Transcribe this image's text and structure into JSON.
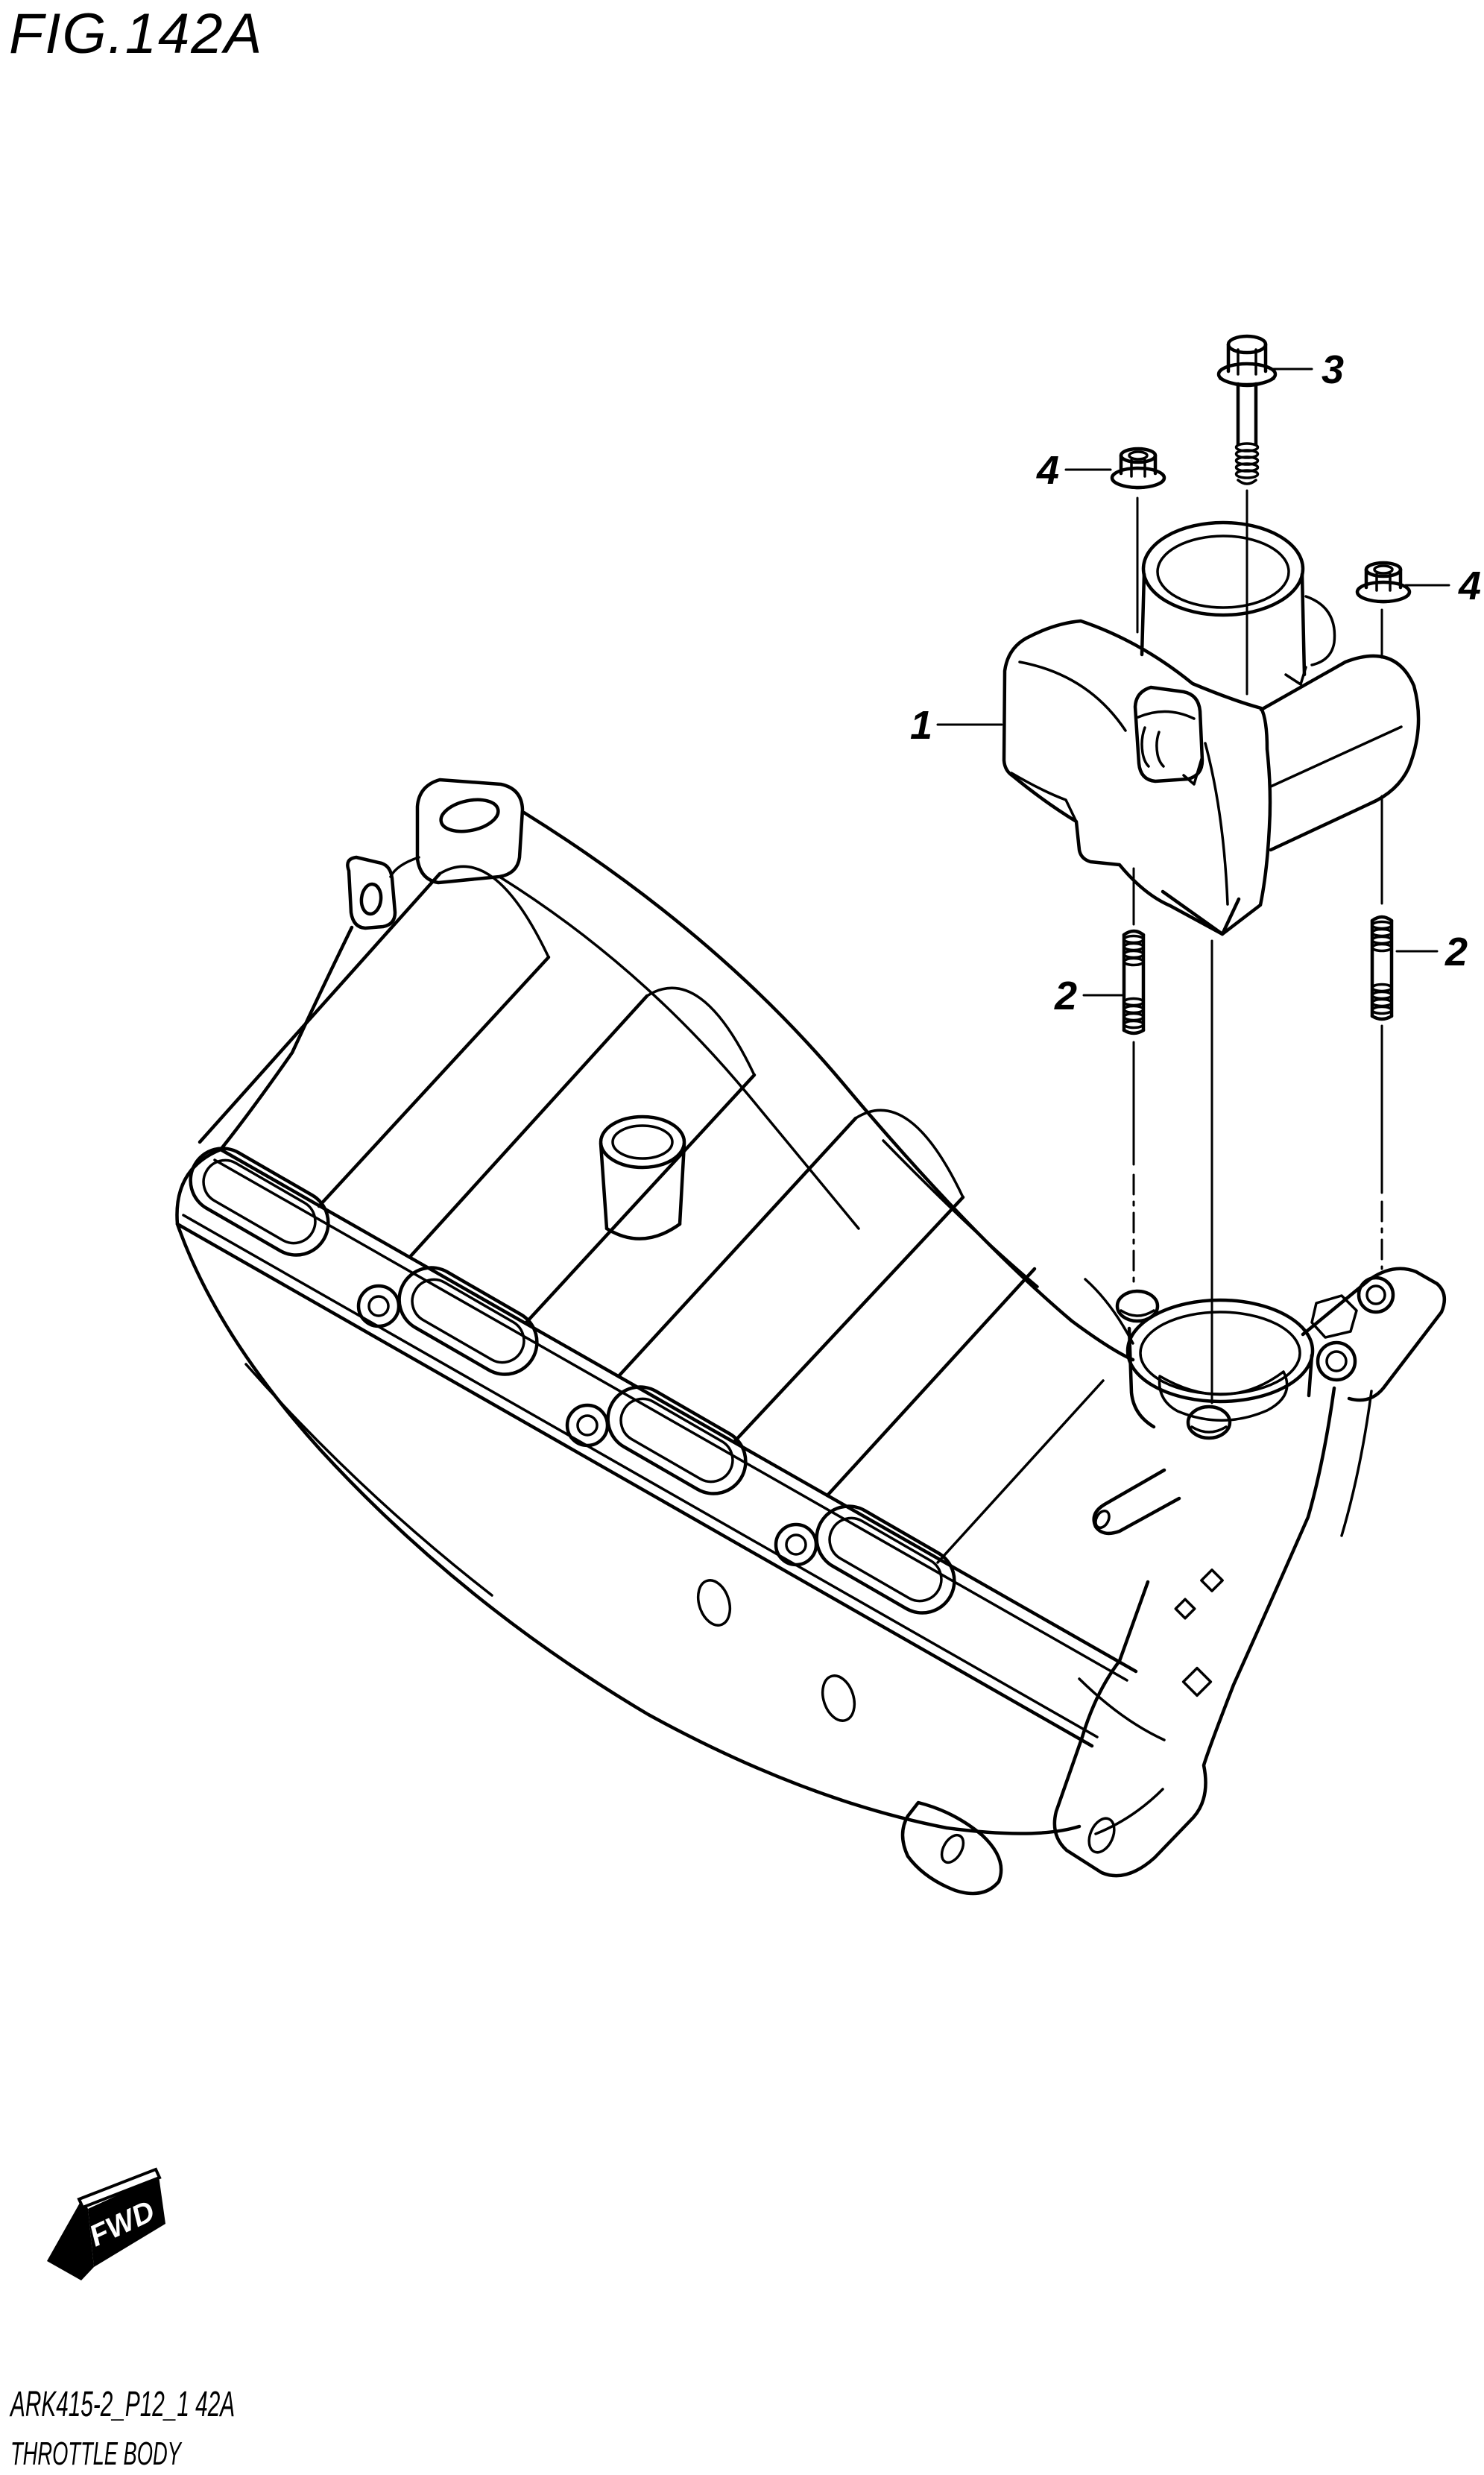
{
  "page": {
    "background": "#ffffff",
    "ink": "#000000"
  },
  "header": {
    "title": "FIG.142A"
  },
  "callouts": [
    {
      "id": "callout-1",
      "label": "1"
    },
    {
      "id": "callout-2-left",
      "label": "2"
    },
    {
      "id": "callout-2-right",
      "label": "2"
    },
    {
      "id": "callout-3",
      "label": "3"
    },
    {
      "id": "callout-4-left",
      "label": "4"
    },
    {
      "id": "callout-4-right",
      "label": "4"
    }
  ],
  "fwd_marker": {
    "label": "FWD"
  },
  "footer": {
    "doc_code": "ARK415-2_P12_1 42A",
    "caption": "THROTTLE BODY"
  }
}
